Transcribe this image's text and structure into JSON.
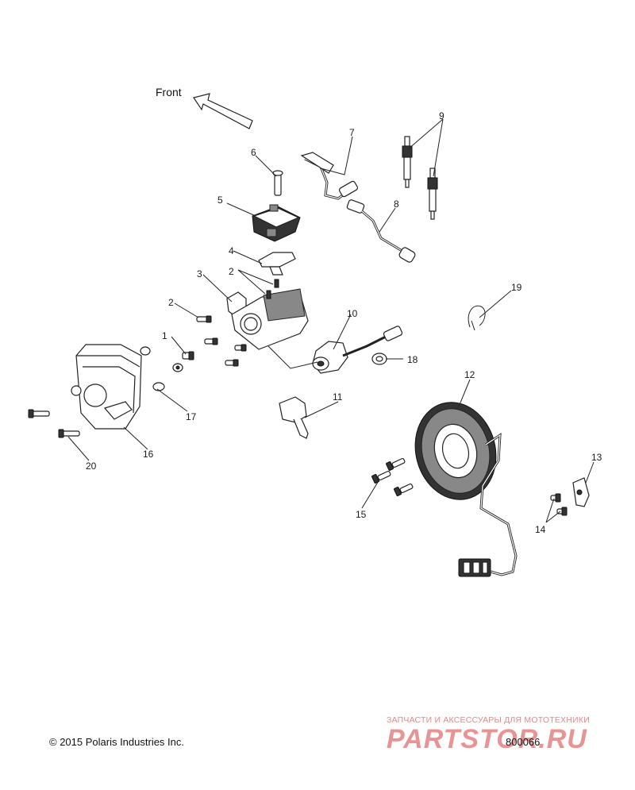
{
  "diagram": {
    "direction_label": "Front",
    "callouts": [
      "1",
      "2",
      "2",
      "2",
      "3",
      "4",
      "5",
      "6",
      "7",
      "8",
      "9",
      "10",
      "11",
      "12",
      "13",
      "14",
      "15",
      "16",
      "17",
      "18",
      "19",
      "20"
    ]
  },
  "footer": {
    "copyright": "© 2015 Polaris Industries Inc.",
    "diagram_number": "800066"
  },
  "watermark": {
    "tagline": "ЗАПЧАСТИ И АКСЕССУАРЫ ДЛЯ МОТОТЕХНИКИ",
    "logo_text": "PARTSTOR.RU"
  },
  "colors": {
    "ink": "#222222",
    "watermark": "#d63c3c"
  }
}
